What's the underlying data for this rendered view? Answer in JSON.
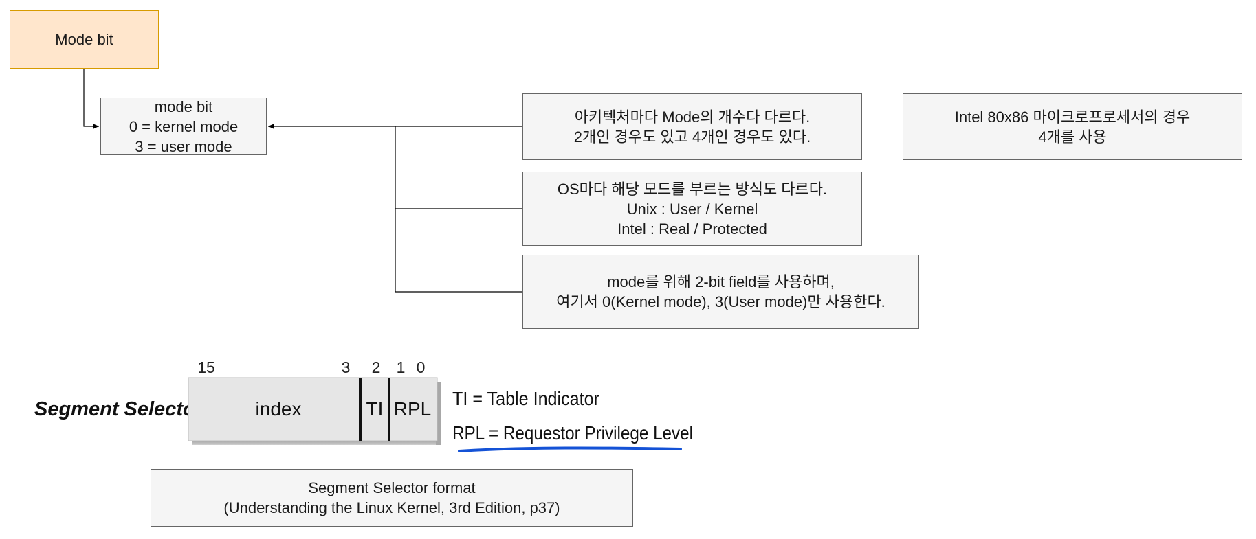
{
  "nodes": {
    "mode_bit_root": {
      "text": "Mode bit"
    },
    "mode_bit_box": {
      "lines": [
        "mode bit",
        "0 = kernel mode",
        "3 = user mode"
      ]
    },
    "note_arch": {
      "lines": [
        "아키텍처마다 Mode의 개수다 다르다.",
        "2개인 경우도 있고 4개인 경우도 있다."
      ]
    },
    "note_intel": {
      "lines": [
        "Intel 80x86 마이크로프로세서의 경우",
        "4개를 사용"
      ]
    },
    "note_os": {
      "lines": [
        "OS마다 해당 모드를 부르는 방식도 다르다.",
        "Unix : User / Kernel",
        "Intel : Real / Protected"
      ]
    },
    "note_field": {
      "lines": [
        "mode를 위해 2-bit field를 사용하며,",
        "여기서 0(Kernel mode), 3(User mode)만 사용한다."
      ]
    },
    "caption": {
      "lines": [
        "Segment Selector format",
        "(Understanding the Linux Kernel, 3rd Edition, p37)"
      ]
    }
  },
  "segment_selector": {
    "title": "Segment Selector",
    "bit_labels": [
      "15",
      "3",
      "2",
      "1",
      "0"
    ],
    "fields": [
      "index",
      "TI",
      "RPL"
    ],
    "legend": [
      "TI = Table Indicator",
      "RPL = Requestor Privilege Level"
    ]
  },
  "colors": {
    "orange_fill": "#ffe6cc",
    "orange_stroke": "#d79b00",
    "gray_fill": "#f5f5f5",
    "gray_stroke": "#666666",
    "underline": "#1452d6"
  }
}
